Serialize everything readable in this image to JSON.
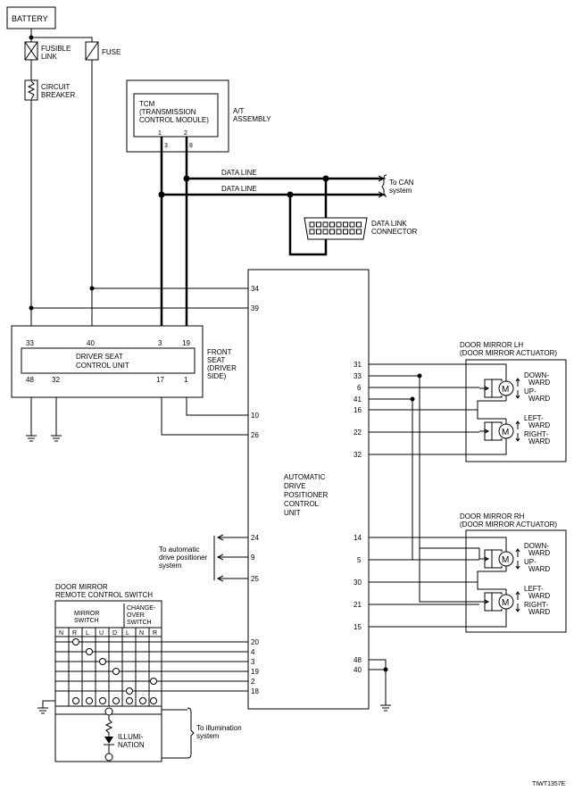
{
  "labels": {
    "battery": "BATTERY",
    "fusible_link": [
      "FUSIBLE",
      "LINK"
    ],
    "fuse": "FUSE",
    "circuit_breaker": [
      "CIRCUIT",
      "BREAKER"
    ],
    "tcm": [
      "TCM",
      "(TRANSMISSION",
      "CONTROL MODULE)"
    ],
    "at_assembly": [
      "A/T",
      "ASSEMBLY"
    ],
    "data_line": "DATA LINE",
    "to_can": [
      "To CAN",
      "system"
    ],
    "data_link_connector": [
      "DATA LINK",
      "CONNECTOR"
    ],
    "driver_seat_unit": [
      "DRIVER SEAT",
      "CONTROL UNIT"
    ],
    "front_seat": [
      "FRONT",
      "SEAT",
      "(DRIVER",
      "SIDE)"
    ],
    "adp_unit": [
      "AUTOMATIC",
      "DRIVE",
      "POSITIONER",
      "CONTROL",
      "UNIT"
    ],
    "to_adp_system": [
      "To automatic",
      "drive positioner",
      "system"
    ],
    "door_mirror_lh": [
      "DOOR MIRROR LH",
      "(DOOR MIRROR ACTUATOR)"
    ],
    "door_mirror_rh": [
      "DOOR MIRROR RH",
      "(DOOR MIRROR ACTUATOR)"
    ],
    "remote_switch": [
      "DOOR MIRROR",
      "REMOTE CONTROL SWITCH"
    ],
    "mirror_switch": [
      "MIRROR",
      "SWITCH"
    ],
    "changeover_switch": [
      "CHANGE-",
      "OVER",
      "SWITCH"
    ],
    "switch_columns": [
      "N",
      "R",
      "L",
      "U",
      "D",
      "L",
      "N",
      "R"
    ],
    "illumination": [
      "ILLUMI-",
      "NATION"
    ],
    "to_illumination": [
      "To illumination",
      "system"
    ],
    "down_ward": [
      "DOWN-",
      "WARD"
    ],
    "up_ward": [
      "UP-",
      "WARD"
    ],
    "left_ward": [
      "LEFT-",
      "WARD"
    ],
    "right_ward": [
      "RIGHT-",
      "WARD"
    ],
    "motor": "M",
    "figure_id": "TIWT1357E"
  },
  "pins": {
    "tcm": [
      "1",
      "2",
      "3",
      "8"
    ],
    "dsu_top": [
      "33",
      "40",
      "3",
      "19"
    ],
    "dsu_bottom": [
      "48",
      "32",
      "17",
      "1"
    ],
    "adp_left": [
      "34",
      "39",
      "10",
      "26",
      "24",
      "9",
      "25",
      "20",
      "4",
      "3",
      "19",
      "2",
      "18"
    ],
    "adp_right_lh": [
      "31",
      "33",
      "6",
      "41",
      "16",
      "22",
      "32"
    ],
    "adp_right_rh": [
      "14",
      "5",
      "30",
      "21",
      "15"
    ],
    "adp_right_ground": [
      "48",
      "40"
    ]
  }
}
